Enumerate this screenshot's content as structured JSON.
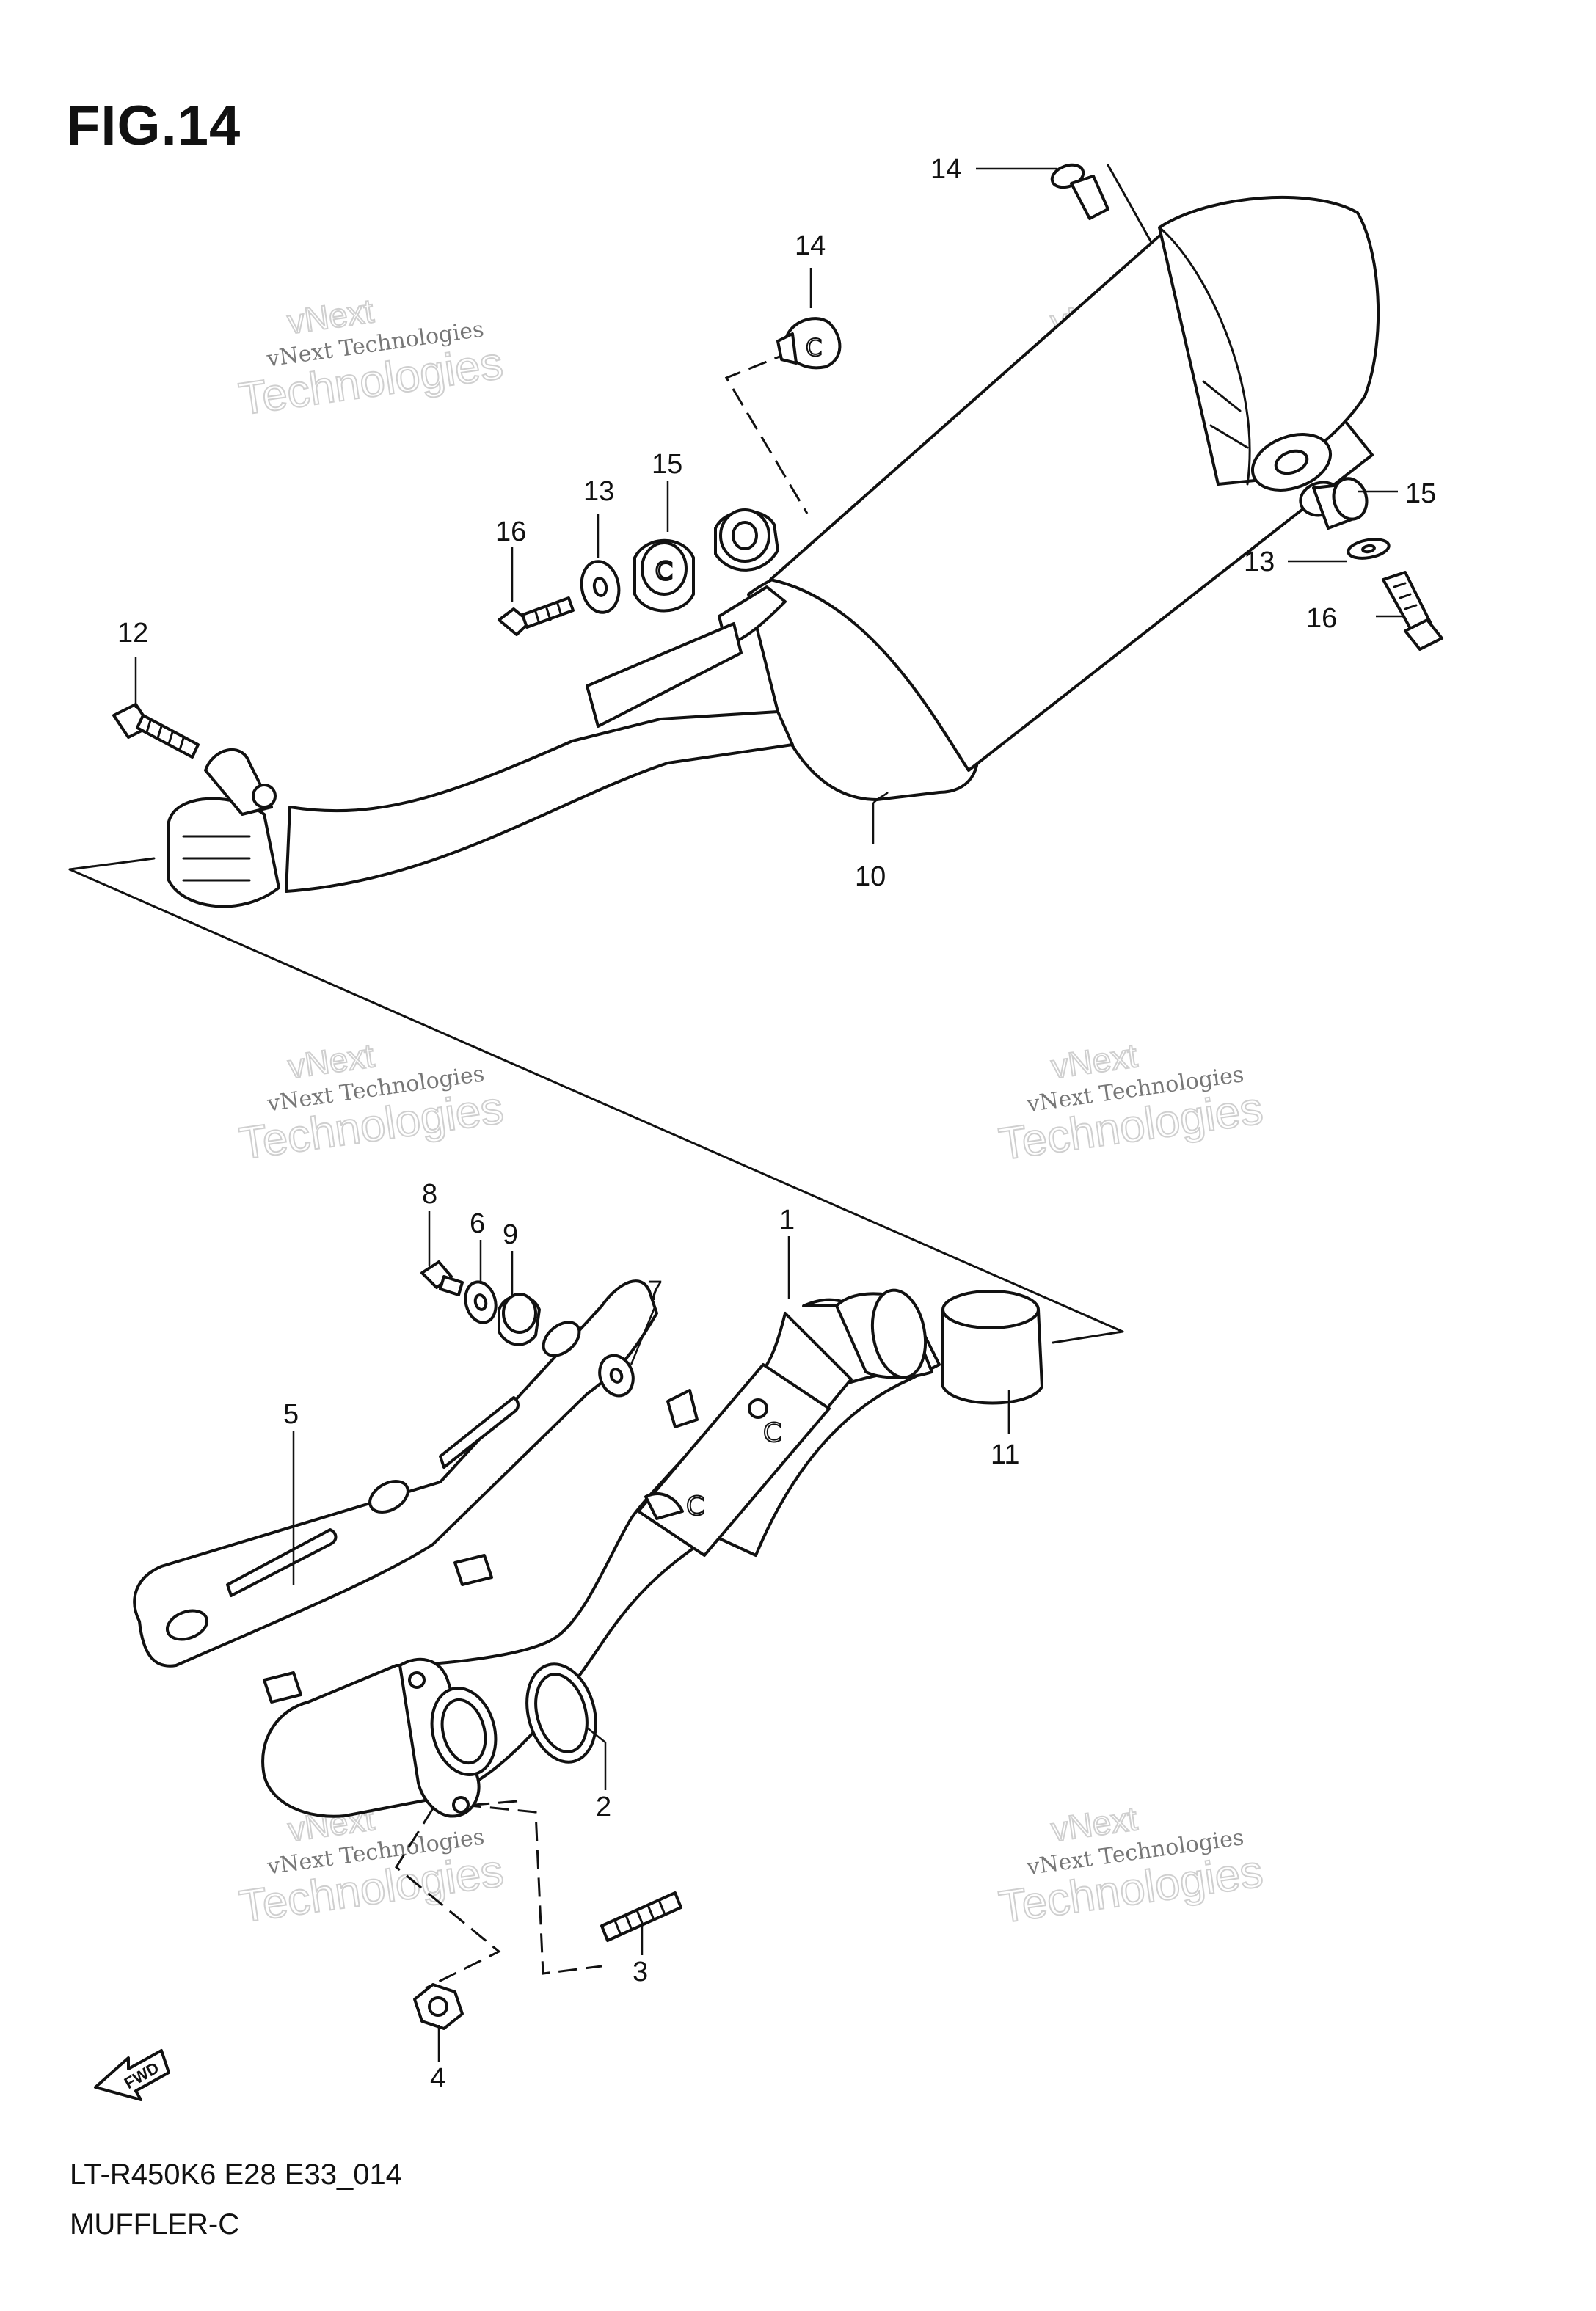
{
  "title": "FIG.14",
  "footer": {
    "model_code": "LT-R450K6 E28 E33_014",
    "section_name": "MUFFLER-C"
  },
  "watermark": {
    "line_small": "vNext Technologies",
    "line_top": "vNext",
    "line_big": "Technologies"
  },
  "fwd_label": "FWD",
  "callouts": {
    "c14a": "14",
    "c14b": "14",
    "c15a": "15",
    "c15b": "15",
    "c13a": "13",
    "c13b": "13",
    "c16a": "16",
    "c16b": "16",
    "c12": "12",
    "c10": "10",
    "c1": "1",
    "c2": "2",
    "c3": "3",
    "c4": "4",
    "c5": "5",
    "c6": "6",
    "c7": "7",
    "c8": "8",
    "c9": "9",
    "c11": "11"
  }
}
